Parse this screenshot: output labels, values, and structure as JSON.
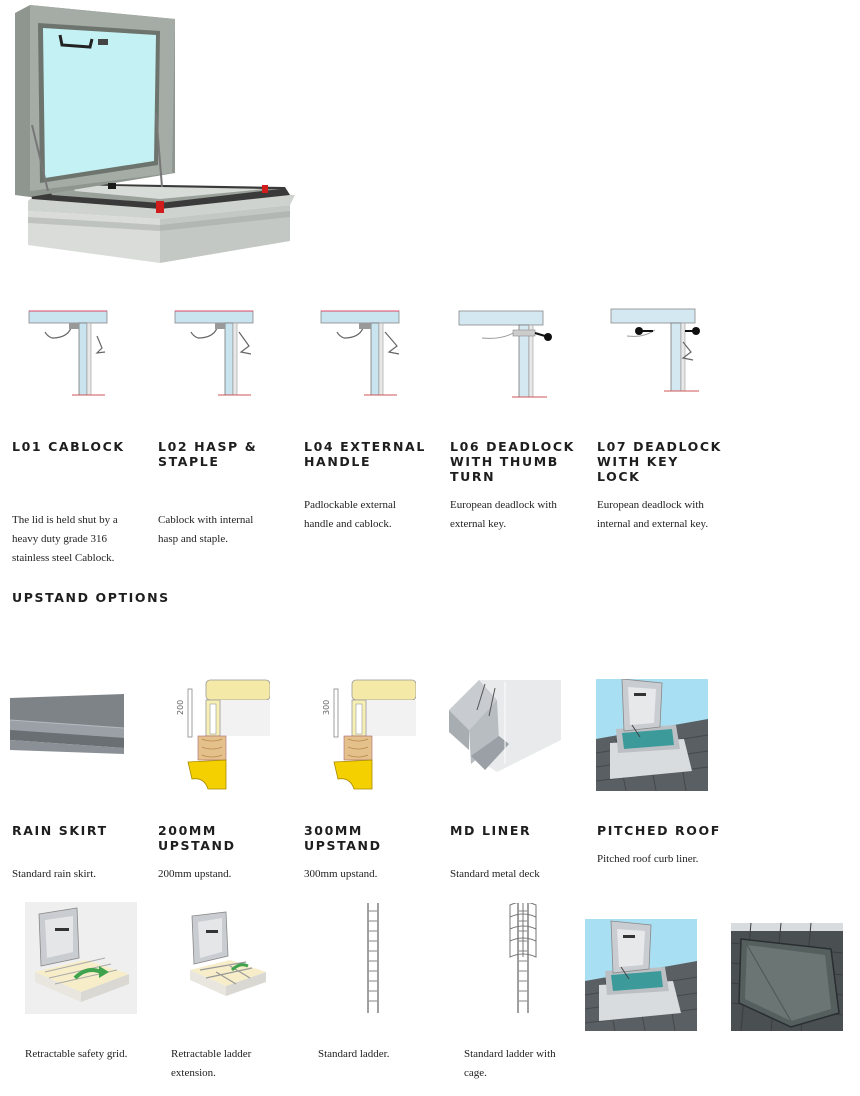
{
  "lock_options": [
    {
      "title": "L01 CABLOCK",
      "description": "The lid is held shut by a heavy duty grade 316 stainless steel Cablock."
    },
    {
      "title": "L02 HASP & STAPLE",
      "description": "Cablock with internal hasp and staple."
    },
    {
      "title": "L04 EXTERNAL HANDLE",
      "description": "Padlockable external handle and cablock."
    },
    {
      "title": "L06 DEADLOCK WITH THUMB TURN",
      "description": "European deadlock with external key."
    },
    {
      "title": "L07 DEADLOCK WITH KEY LOCK",
      "description": "European deadlock with internal and external key."
    }
  ],
  "upstand_heading": "UPSTAND OPTIONS",
  "upstand_options": [
    {
      "title": "RAIN SKIRT",
      "description": "Standard rain skirt."
    },
    {
      "title": "200MM UPSTAND",
      "description": "200mm upstand.",
      "dimension": "200"
    },
    {
      "title": "300MM UPSTAND",
      "description": "300mm upstand.",
      "dimension": "300"
    },
    {
      "title": "MD LINER",
      "description": "Standard metal deck"
    },
    {
      "title": "PITCHED ROOF",
      "description": "Pitched roof curb liner."
    }
  ],
  "accessories": [
    {
      "description": "Retractable safety grid."
    },
    {
      "description": "Retractable ladder extension."
    },
    {
      "description": "Standard ladder."
    },
    {
      "description": "Standard ladder with cage."
    }
  ]
}
